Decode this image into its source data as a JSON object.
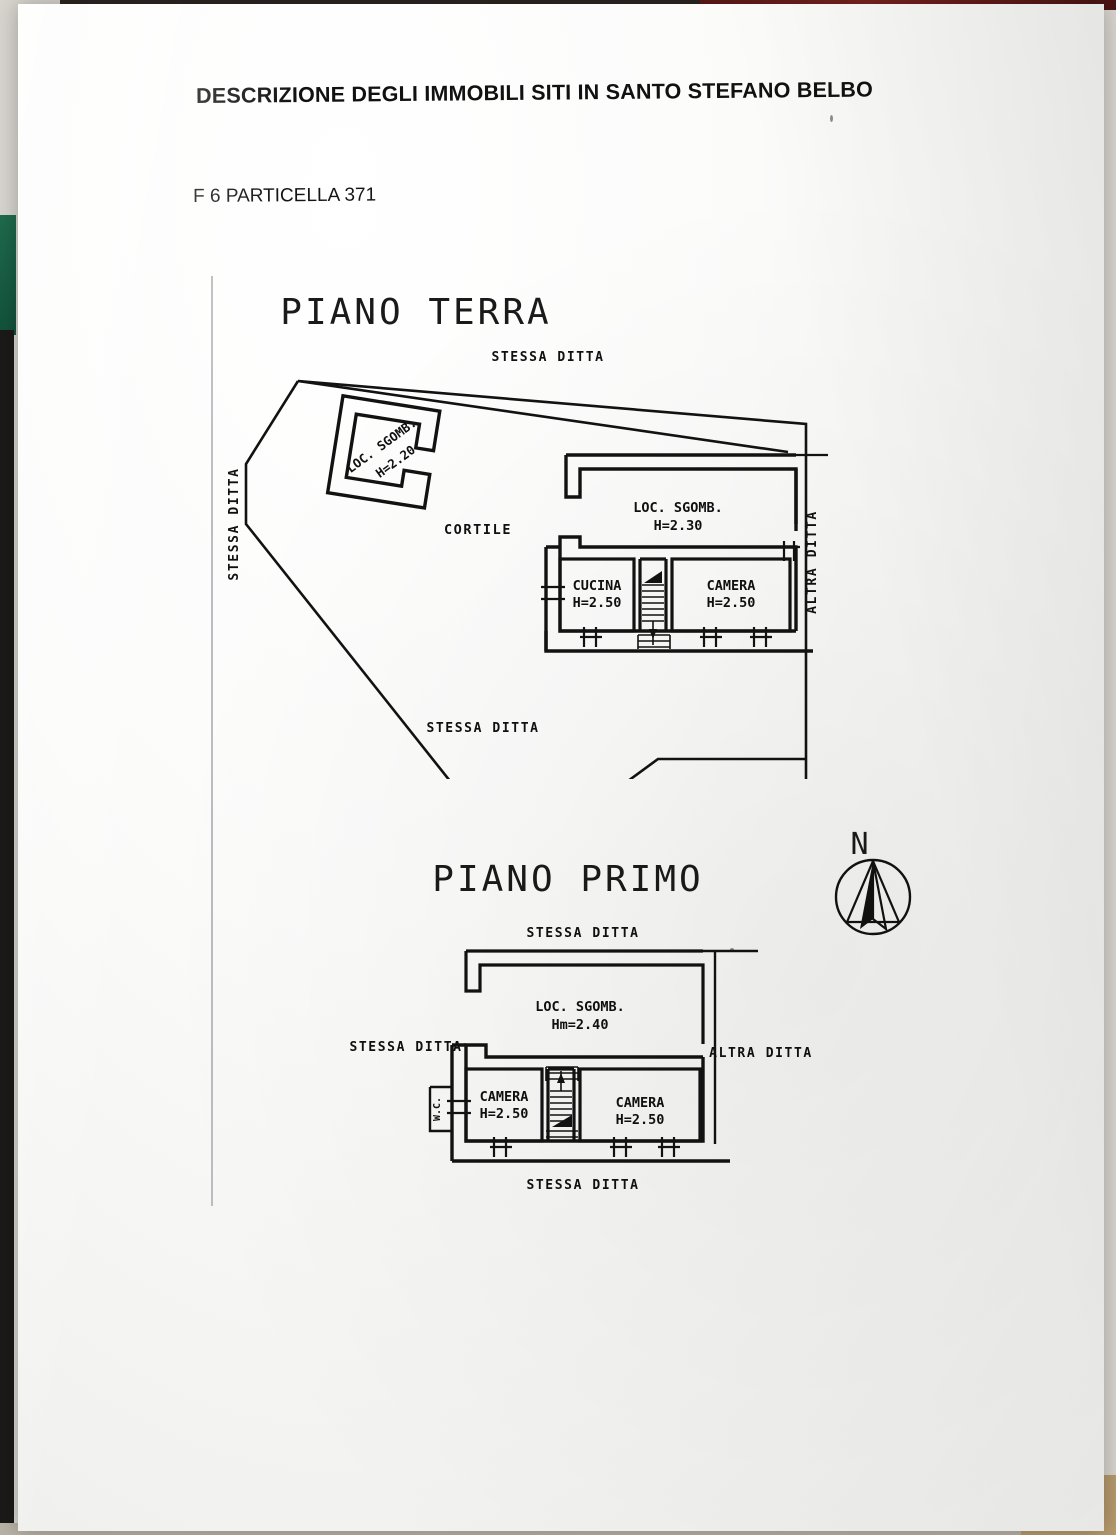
{
  "document": {
    "title": "DESCRIZIONE DEGLI IMMOBILI SITI IN SANTO STEFANO BELBO",
    "subtitle": "F 6 PARTICELLA 371"
  },
  "ground_floor": {
    "heading": "PIANO TERRA",
    "boundary_top_label": "STESSA DITTA",
    "boundary_left_label": "STESSA DITTA",
    "boundary_bottom_label": "STESSA DITTA",
    "boundary_right_label": "ALTRA DITTA",
    "courtyard_label": "CORTILE",
    "rooms": [
      {
        "name": "LOC. SGOMB.",
        "height": "H=2.20"
      },
      {
        "name": "LOC. SGOMB.",
        "height": "H=2.30"
      },
      {
        "name": "CUCINA",
        "height": "H=2.50"
      },
      {
        "name": "CAMERA",
        "height": "H=2.50"
      }
    ]
  },
  "first_floor": {
    "heading": "PIANO PRIMO",
    "boundary_top_label": "STESSA DITTA",
    "boundary_left_label": "STESSA DITTA",
    "boundary_right_label": "ALTRA DITTA",
    "boundary_bottom_label": "STESSA DITTA",
    "rooms": [
      {
        "name": "LOC. SGOMB.",
        "height": "Hm=2.40"
      },
      {
        "name": "CAMERA",
        "height": "H=2.50"
      },
      {
        "name": "CAMERA",
        "height": "H=2.50"
      }
    ],
    "balcony_label": "W.C."
  },
  "compass": {
    "north_label": "N"
  },
  "colors": {
    "ink": "#121212",
    "paper": "#fbfbfa",
    "margin_rule": "#b9bcc0"
  }
}
